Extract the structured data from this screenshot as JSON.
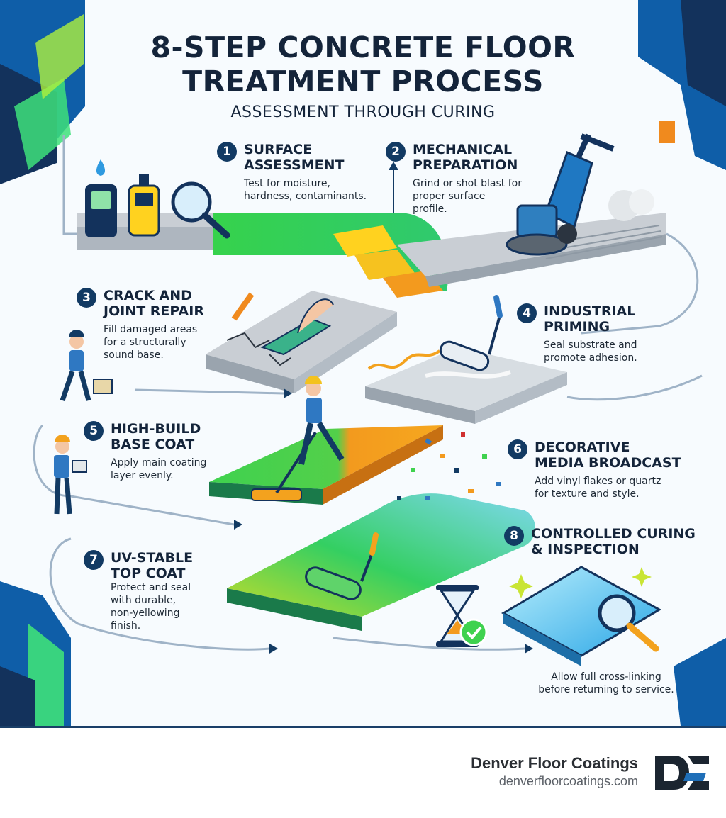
{
  "header": {
    "title_line1": "8-STEP CONCRETE FLOOR",
    "title_line2": "TREATMENT PROCESS",
    "subtitle": "ASSESSMENT THROUGH CURING"
  },
  "steps": [
    {
      "number": "1",
      "title": [
        "SURFACE",
        "ASSESSMENT"
      ],
      "desc": [
        "Test for moisture,",
        "hardness, contaminants."
      ]
    },
    {
      "number": "2",
      "title": [
        "MECHANICAL",
        "PREPARATION"
      ],
      "desc": [
        "Grind or shot blast for",
        "proper surface",
        "profile."
      ]
    },
    {
      "number": "3",
      "title": [
        "CRACK AND",
        "JOINT REPAIR"
      ],
      "desc": [
        "Fill damaged areas",
        "for a structurally",
        "sound base."
      ]
    },
    {
      "number": "4",
      "title": [
        "INDUSTRIAL",
        "PRIMING"
      ],
      "desc": [
        "Seal substrate and",
        "promote adhesion."
      ]
    },
    {
      "number": "5",
      "title": [
        "HIGH-BUILD",
        "BASE COAT"
      ],
      "desc": [
        "Apply main coating",
        "layer evenly."
      ]
    },
    {
      "number": "6",
      "title": [
        "DECORATIVE",
        "MEDIA BROADCAST"
      ],
      "desc": [
        "Add vinyl flakes or quartz",
        "for texture and style."
      ]
    },
    {
      "number": "7",
      "title": [
        "UV-STABLE",
        "TOP COAT"
      ],
      "desc": [
        "Protect and seal",
        "with durable,",
        "non-yellowing",
        "finish."
      ]
    },
    {
      "number": "8",
      "title": [
        "CONTROLLED CURING",
        "& INSPECTION"
      ],
      "desc": [
        "Allow full cross-linking",
        "before returning to service."
      ]
    }
  ],
  "brand": {
    "name": "Denver Floor Coatings",
    "url": "denverfloorcoatings.com"
  },
  "colors": {
    "navy": "#123a63",
    "green": "#3fd24f",
    "orange": "#f39a1e",
    "yellow": "#ffd21f",
    "blue": "#2f78c2",
    "concrete": "#c9ced4"
  }
}
